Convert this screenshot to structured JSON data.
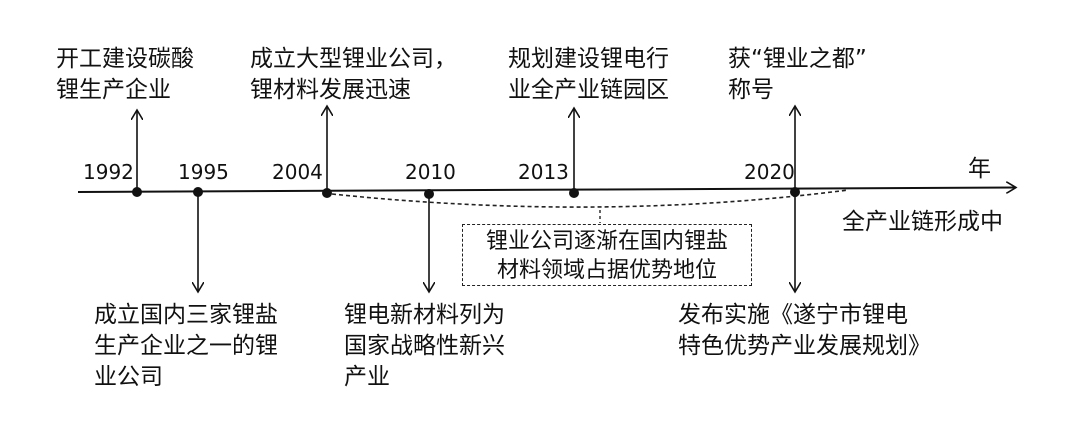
{
  "axis_label": "年",
  "years": [
    "1992",
    "1995",
    "2004",
    "2010",
    "2013",
    "2020"
  ],
  "events_above": [
    [
      "开工建设碳酸",
      "锂生产企业"
    ],
    [
      "成立大型锂业公司，",
      "锂材料发展迅速"
    ],
    [
      "规划建设锂电行",
      "业全产业链园区"
    ],
    [
      "获“锂业之都”",
      "称号"
    ]
  ],
  "events_below": [
    [
      "成立国内三家锂盐",
      "生产企业之一的锂",
      "业公司"
    ],
    [
      "锂电新材料列为",
      "国家战略性新兴",
      "产业"
    ],
    [
      "发布实施《遂宁市锂电",
      "特色优势产业发展规划》"
    ]
  ],
  "right_note": "全产业链形成中",
  "box_text": [
    "锂业公司逐渐在国内锂盐",
    "材料领域占据优势地位"
  ]
}
